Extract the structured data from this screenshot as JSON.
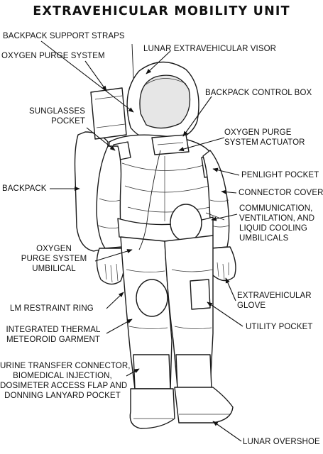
{
  "title": "EXTRAVEHICULAR MOBILITY UNIT",
  "labels": {
    "backpack_support_straps": "BACKPACK SUPPORT STRAPS",
    "oxygen_purge_system": "OXYGEN PURGE SYSTEM",
    "lunar_extravehicular_visor": "LUNAR EXTRAVEHICULAR VISOR",
    "backpack_control_box": "BACKPACK CONTROL BOX",
    "sunglasses_pocket": [
      "SUNGLASSES",
      "POCKET"
    ],
    "oxygen_purge_system_actuator": [
      "OXYGEN PURGE",
      "SYSTEM ACTUATOR"
    ],
    "penlight_pocket": "PENLIGHT POCKET",
    "backpack": "BACKPACK",
    "connector_cover": "CONNECTOR COVER",
    "communication_umbilicals": [
      "COMMUNICATION,",
      "VENTILATION, AND",
      "LIQUID COOLING",
      "UMBILICALS"
    ],
    "oxygen_purge_system_umbilical": [
      "OXYGEN",
      "PURGE SYSTEM",
      "UMBILICAL"
    ],
    "lm_restraint_ring": "LM RESTRAINT RING",
    "extravehicular_glove": [
      "EXTRAVEHICULAR",
      "GLOVE"
    ],
    "integrated_thermal_meteoroid_garment": [
      "INTEGRATED THERMAL",
      "METEOROID GARMENT"
    ],
    "utility_pocket": "UTILITY POCKET",
    "urine_transfer_connector": [
      "URINE TRANSFER CONNECTOR,",
      "BIOMEDICAL INJECTION,",
      "DOSIMETER ACCESS FLAP AND",
      "DONNING LANYARD POCKET"
    ],
    "lunar_overshoe": "LUNAR OVERSHOE"
  }
}
